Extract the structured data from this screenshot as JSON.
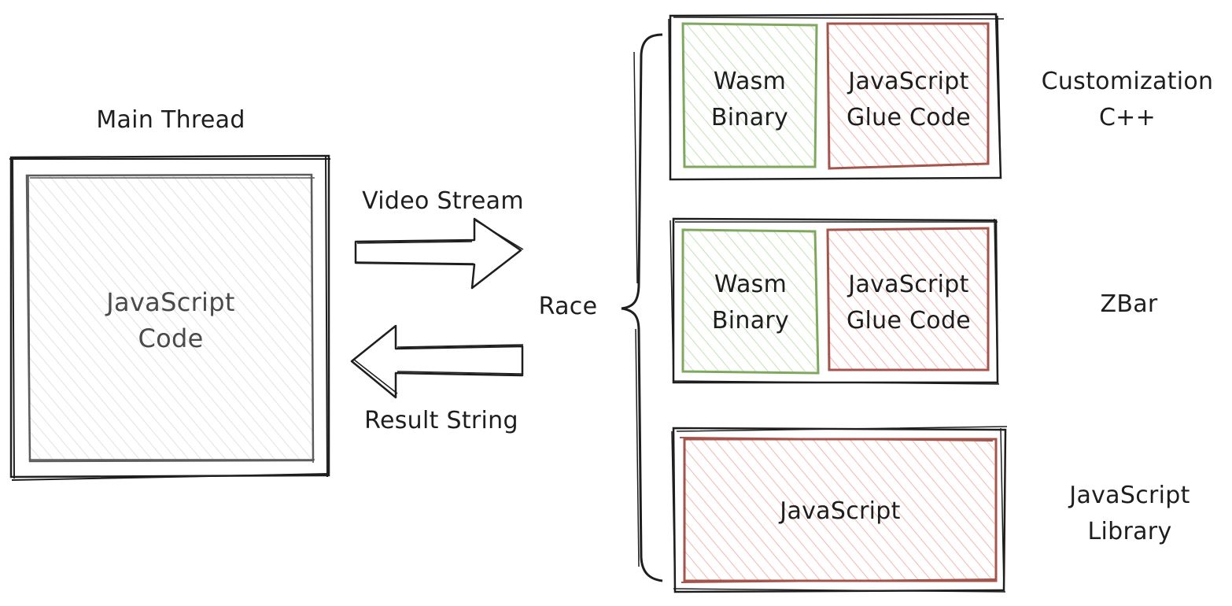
{
  "colors": {
    "stroke": "#1e1e1e",
    "main_inner_stroke": "#5c5c5c",
    "main_fill": "#e4e4e4",
    "wasm_stroke": "#7fa85e",
    "wasm_fill": "#b9dcaa",
    "js_stroke": "#a5544c",
    "js_fill": "#f0aea6"
  },
  "main_thread": {
    "title": "Main Thread",
    "inner_label": "JavaScript\nCode"
  },
  "arrows": {
    "forward_label": "Video Stream",
    "backward_label": "Result String"
  },
  "race_label": "Race",
  "decoders": [
    {
      "name": "Customization\nC++",
      "wasm_label": "Wasm\nBinary",
      "glue_label": "JavaScript\nGlue Code"
    },
    {
      "name": "ZBar",
      "wasm_label": "Wasm\nBinary",
      "glue_label": "JavaScript\nGlue Code"
    },
    {
      "name": "JavaScript\nLibrary",
      "js_label": "JavaScript"
    }
  ]
}
